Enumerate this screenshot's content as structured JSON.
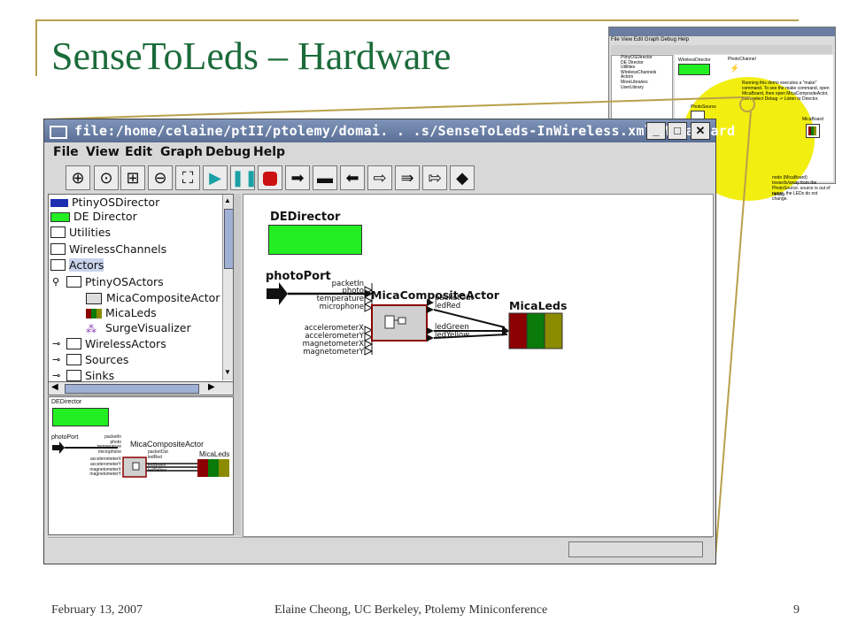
{
  "slide": {
    "title": "SenseToLeds – Hardware",
    "footer_date": "February 13, 2007",
    "footer_credit": "Elaine Cheong, UC Berkeley, Ptolemy Miniconference",
    "page_number": "9"
  },
  "window": {
    "title": "file:/home/celaine/ptII/ptolemy/domai. . .s/SenseToLeds-InWireless.xml#MicaBoard",
    "minimize_label": "_",
    "maximize_label": "□",
    "close_label": "✕"
  },
  "menu": [
    "File",
    "View",
    "Edit",
    "Graph",
    "Debug",
    "Help"
  ],
  "toolbar_icons": [
    "zoom-in-icon",
    "zoom-reset-icon",
    "zoom-fit-icon",
    "zoom-out-icon",
    "full-screen-icon",
    "run-icon",
    "pause-icon",
    "stop-icon",
    "step-arrow-icon",
    "flag-icon",
    "arrow-fat-icon",
    "hollow-arrow-icon",
    "double-hollow-arrow-icon",
    "hollow-arrow-right-icon",
    "diamond-icon"
  ],
  "library": {
    "items": [
      {
        "label": "PtinyOSDirector",
        "icon": "ptinyos-director-icon"
      },
      {
        "label": "DE Director",
        "icon": "de-director-icon"
      },
      {
        "label": "Utilities",
        "icon": "folder-icon"
      },
      {
        "label": "WirelessChannels",
        "icon": "folder-icon"
      },
      {
        "label": "Actors",
        "icon": "folder-icon"
      },
      {
        "label": "PtinyOSActors",
        "icon": "folder-icon"
      },
      {
        "label": "MicaCompositeActor",
        "icon": "composite-actor-icon"
      },
      {
        "label": "MicaLeds",
        "icon": "leds-icon"
      },
      {
        "label": "SurgeVisualizer",
        "icon": "visualizer-icon"
      },
      {
        "label": "WirelessActors",
        "icon": "folder-icon"
      },
      {
        "label": "Sources",
        "icon": "folder-icon"
      },
      {
        "label": "Sinks",
        "icon": "folder-icon"
      }
    ]
  },
  "canvas": {
    "director_label": "DEDirector",
    "photo_port_label": "photoPort",
    "composite_label": "MicaCompositeActor",
    "leds_label": "MicaLeds",
    "input_ports": [
      "packetIn",
      "photo",
      "temperature",
      "microphone",
      "accelerometerX",
      "accelerometerY",
      "magnetometerX",
      "magnetometerY"
    ],
    "output_ports": [
      "packetOut",
      "ledRed",
      "ledGreen",
      "ledYellow"
    ]
  },
  "thumbnail": {
    "menu": "File  View  Edit  Graph  Debug  Help",
    "tree": [
      "PtinyOSDirector",
      "DE Director",
      "Utilities",
      "WirelessChannels",
      "Actors",
      "MoreLibraries",
      "UserLibrary"
    ],
    "director": "WirelessDirector",
    "channel": "PhotoChannel",
    "source": "PhotoSource",
    "board": "MicaBoard",
    "note1": "Running this demo executes a \"make\" command. To see the make command, open MicaBoard, then open MicaCompositeActor, then select Debug -> Listen to Director.",
    "note2": "node (MicaBoard) towards/away from the PhotoSource. source is out of range, the LEDs do not change.",
    "note3": "heong"
  },
  "colors": {
    "title_green": "#1b6b3a",
    "director_green": "#22ee22",
    "led_red": "#8b0000",
    "led_green": "#0a7a0a",
    "led_yellow": "#8b8b00",
    "stop_red": "#cc1111",
    "run_teal": "#1aa0a6"
  }
}
